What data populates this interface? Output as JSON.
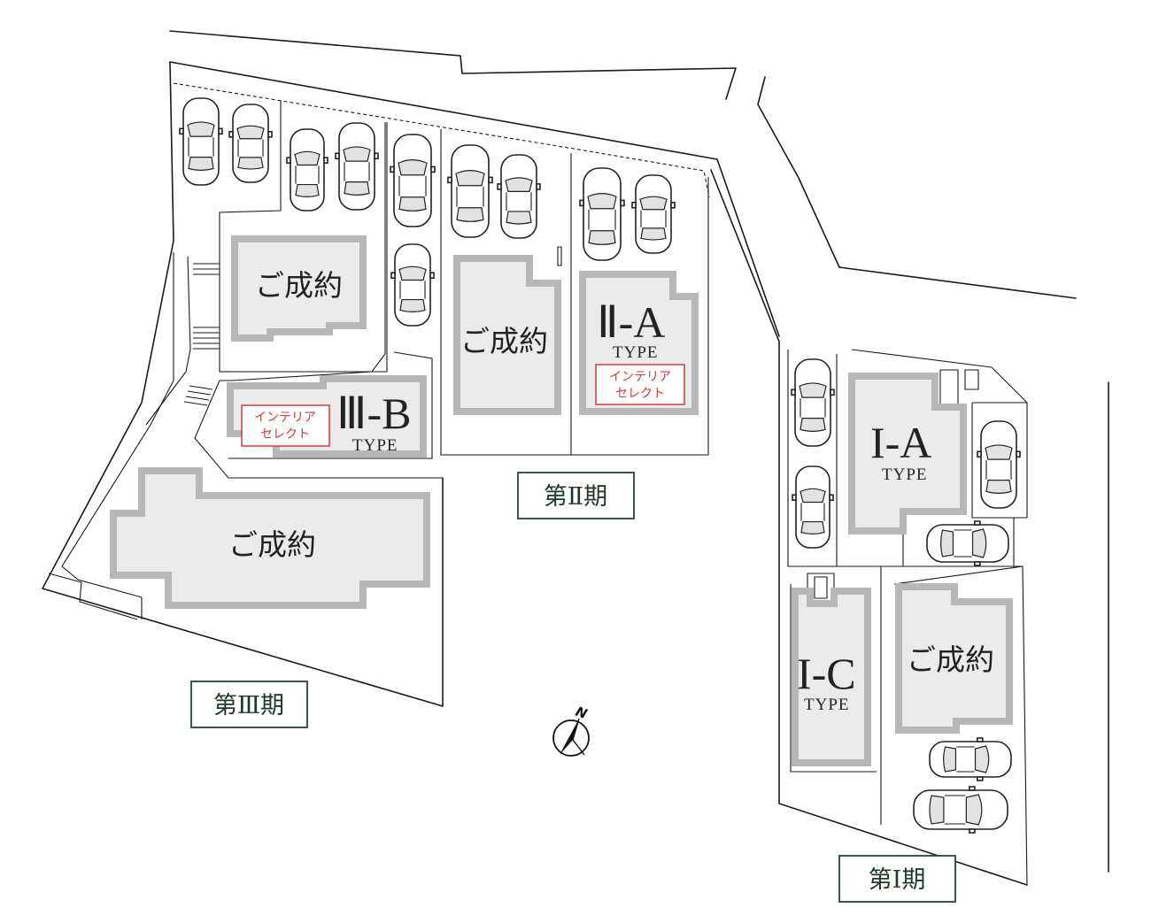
{
  "lots": {
    "sold_label": "ご成約",
    "type_suffix": "TYPE",
    "type_2a": "Ⅱ-A",
    "type_3b": "Ⅲ-B",
    "type_1a": "I-A",
    "type_1c": "I-C"
  },
  "interior_select": {
    "line1": "インテリア",
    "line2": "セレクト"
  },
  "phases": {
    "phase_1": "第Ⅰ期",
    "phase_2": "第Ⅱ期",
    "phase_3": "第Ⅲ期"
  },
  "compass": {
    "north_label": "N"
  },
  "colors": {
    "house_fill": "#ebebec",
    "house_outline": "#b7b7b9",
    "interior_red": "#d13c3c",
    "phase_green": "#1e4a2c"
  }
}
